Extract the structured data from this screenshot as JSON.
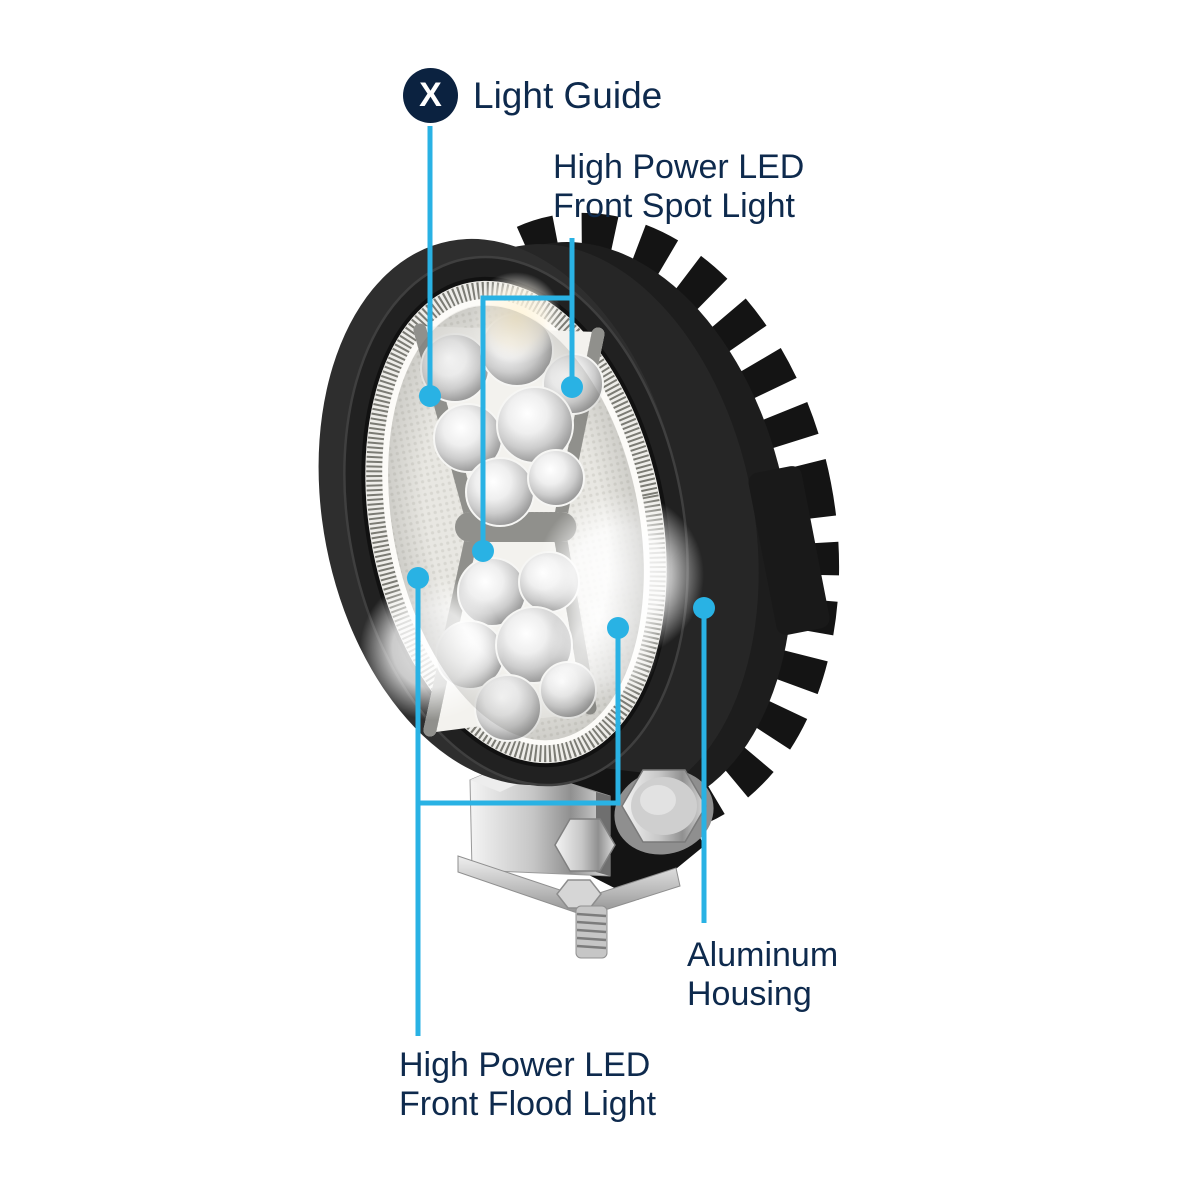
{
  "colors": {
    "accent": "#29B2E4",
    "text_navy": "#0E2A4D",
    "badge_bg": "#0B2240"
  },
  "legend": {
    "badge_letter": "X",
    "label": "Light Guide"
  },
  "callouts": {
    "spot": {
      "line1": "High Power LED",
      "line2": "Front Spot Light"
    },
    "housing": {
      "line1": "Aluminum",
      "line2": "Housing"
    },
    "flood": {
      "line1": "High Power LED",
      "line2": "Front Flood Light"
    }
  }
}
